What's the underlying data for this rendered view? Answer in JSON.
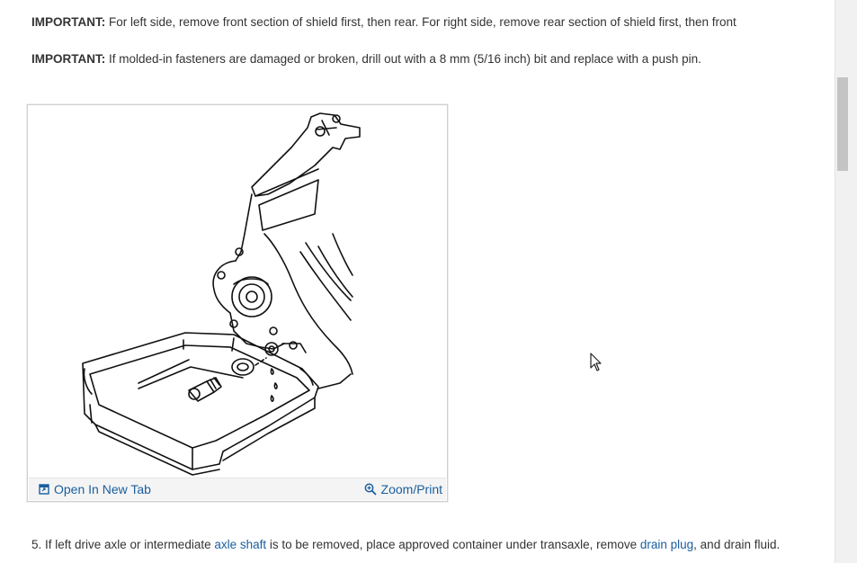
{
  "notes": [
    {
      "label": "IMPORTANT:",
      "text": " For left side, remove front section of shield first, then rear. For right side, remove rear section of shield first, then front"
    },
    {
      "label": "IMPORTANT:",
      "text": " If molded-in fasteners are damaged or broken, drill out with a 8 mm (5/16 inch) bit and replace with a push pin."
    }
  ],
  "figure": {
    "open_tab_label": "Open In New Tab",
    "zoom_print_label": "Zoom/Print",
    "icons": {
      "open_tab": "open-in-new-tab-icon",
      "zoom": "magnifier-plus-icon"
    }
  },
  "step": {
    "prefix": "5. If left drive axle or intermediate ",
    "link1": "axle shaft",
    "middle": " is to be removed, place approved container under transaxle, remove ",
    "link2": "drain plug",
    "suffix": ", and drain fluid."
  },
  "colors": {
    "link": "#1a5e9e",
    "text": "#333333",
    "scrollbar_thumb": "#c4c4c4"
  }
}
